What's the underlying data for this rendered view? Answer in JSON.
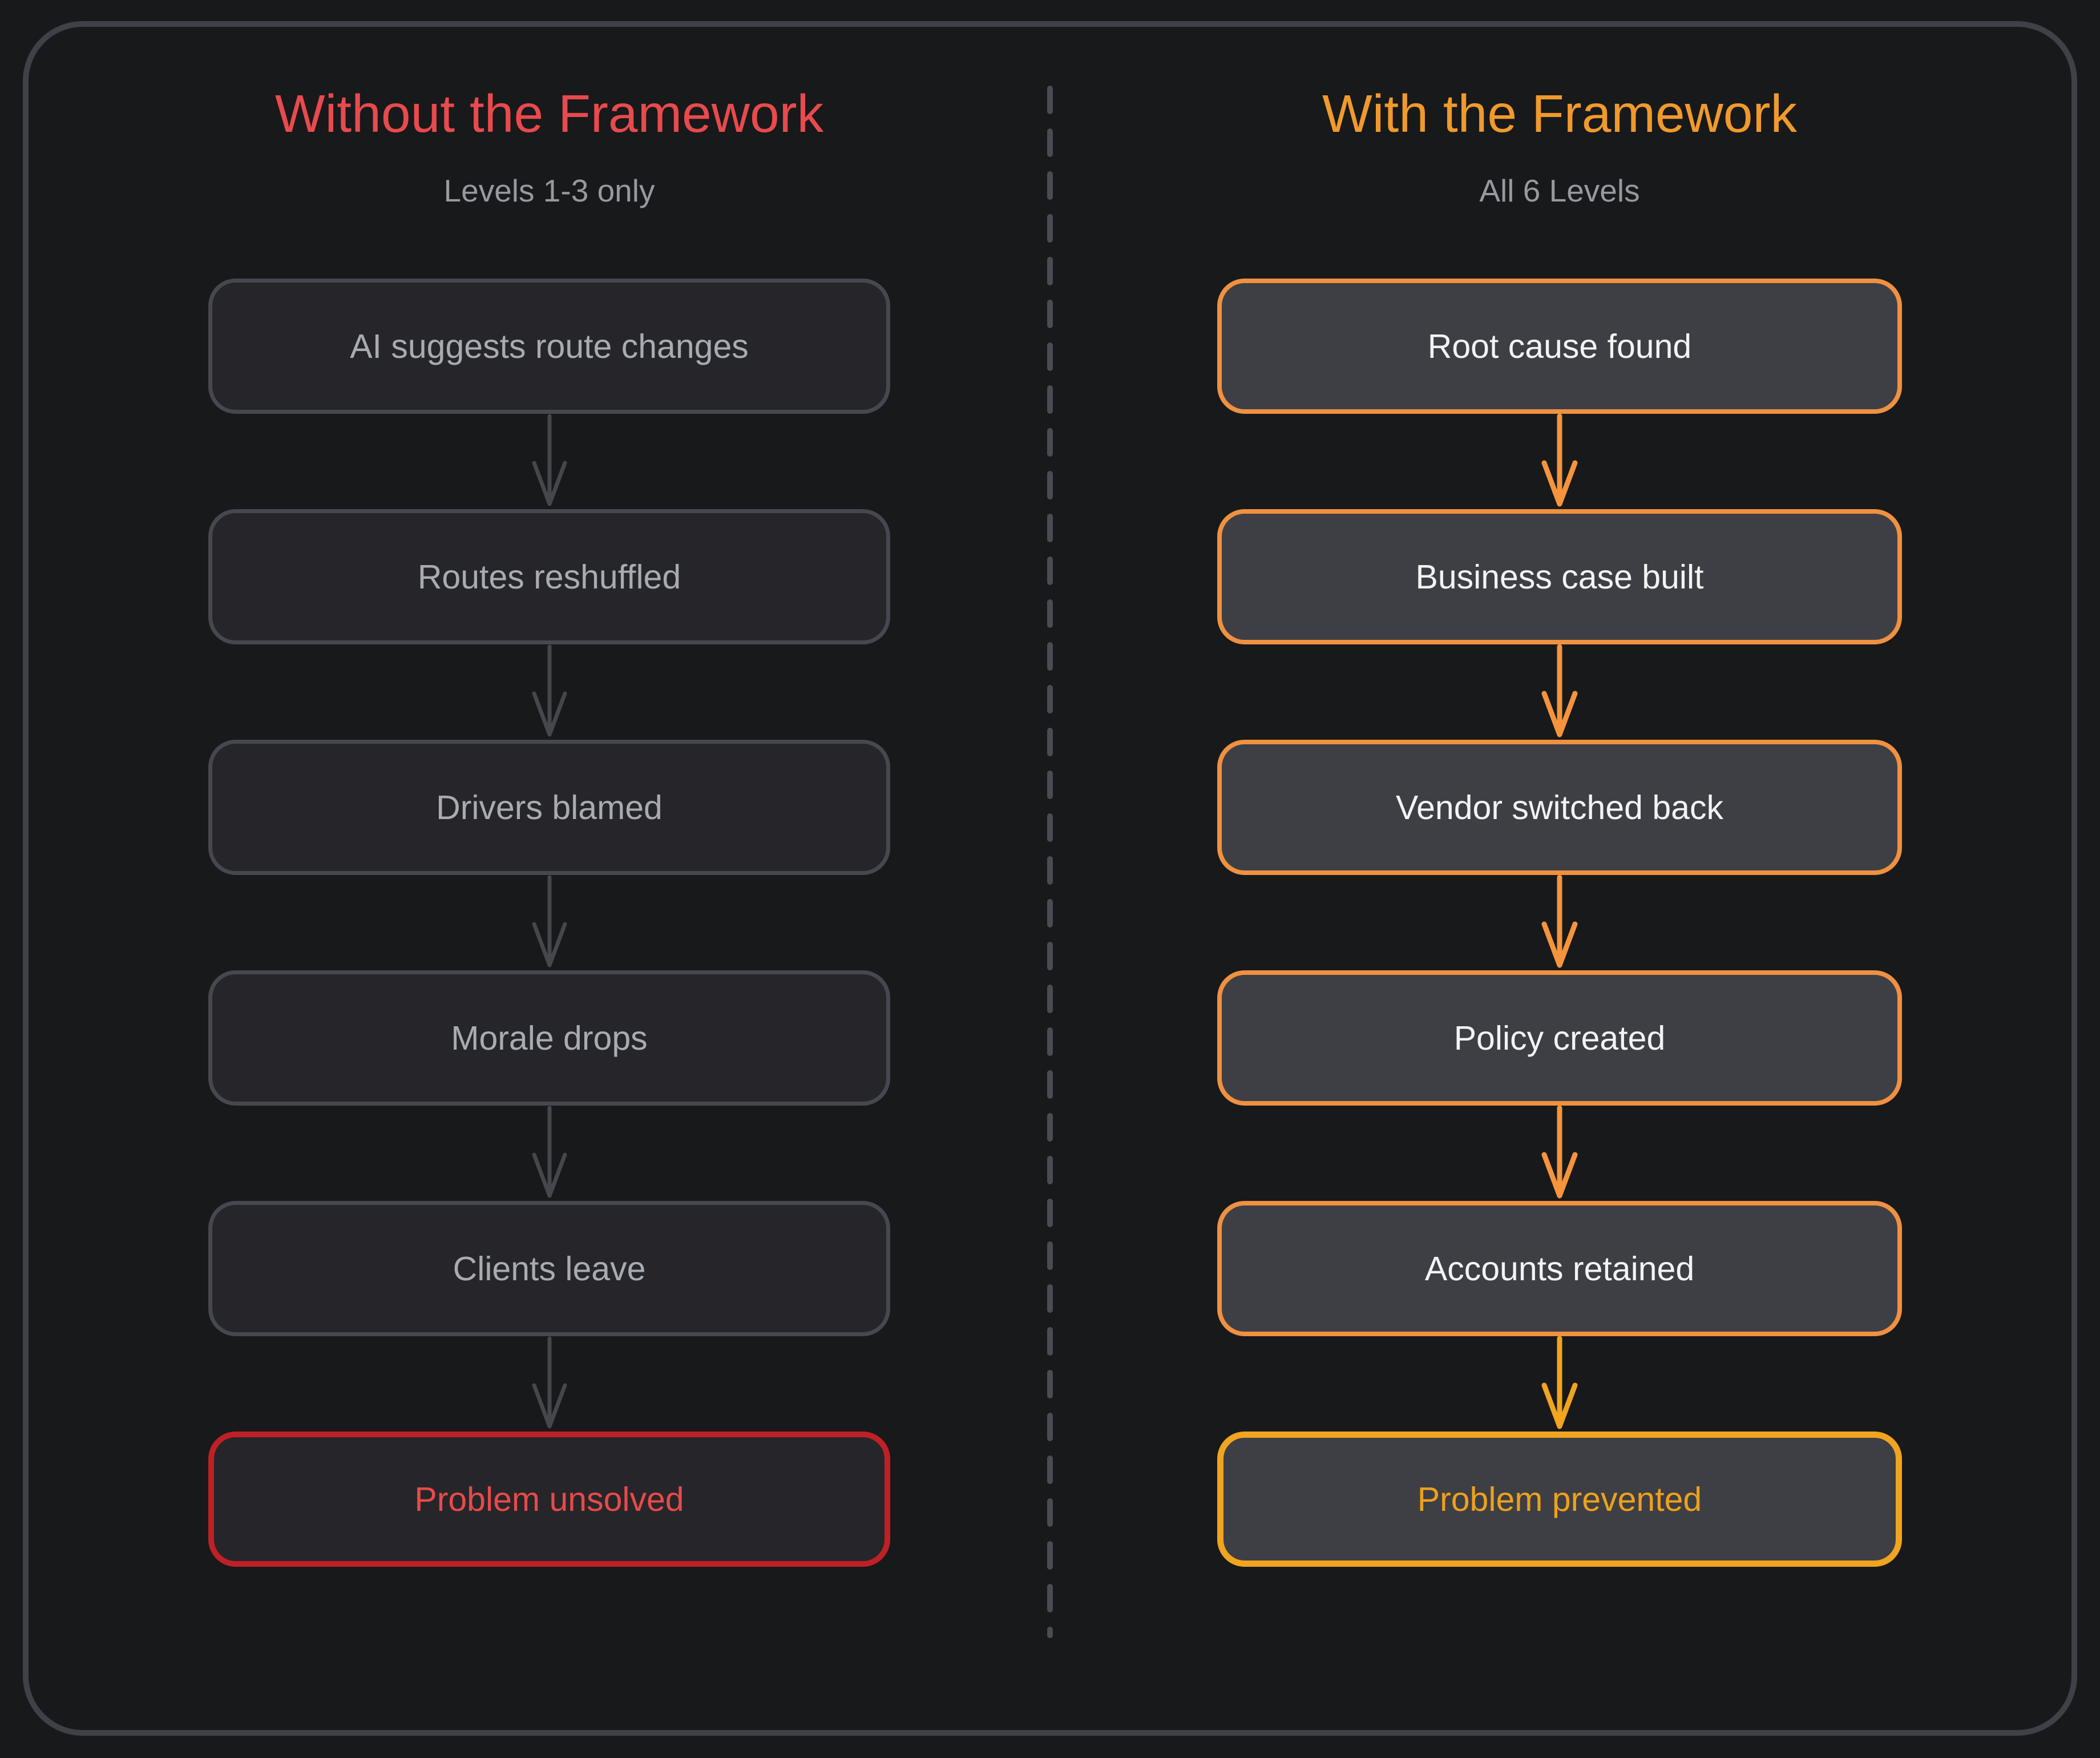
{
  "diagram": {
    "left_column": {
      "title": "Without the Framework",
      "subtitle": "Levels 1-3 only",
      "steps": [
        "AI suggests route changes",
        "Routes reshuffled",
        "Drivers blamed",
        "Morale drops",
        "Clients leave"
      ],
      "final": "Problem unsolved"
    },
    "right_column": {
      "title": "With the Framework",
      "subtitle": "All 6 Levels",
      "steps": [
        "Root cause found",
        "Business case built",
        "Vendor switched back",
        "Policy created",
        "Accounts retained"
      ],
      "final": "Problem prevented"
    }
  },
  "icons": {
    "down_arrow": "↓",
    "divider_style": "vertical-dashed-line"
  },
  "colors": {
    "page_bg": "#18191b",
    "frame_border": "#3f4147",
    "red_accent": "#e84a4d",
    "orange_accent": "#f09a2c",
    "subtitle_gray": "#97999f",
    "left_box_fill": "#26262a",
    "left_box_border": "#47484f",
    "left_box_text": "#a8abb2",
    "right_box_fill": "#3e3f44",
    "right_box_border": "#ef9140",
    "right_box_text": "#f2f3f4",
    "red_border": "#bf2026",
    "red_text": "#e84a4a",
    "gold_accent": "#f0a41f",
    "gold_text": "#eda11d",
    "gray_arrow": "#45474d",
    "orange_arrow": "#f5943c",
    "divider_dash": "#4a4c52"
  }
}
